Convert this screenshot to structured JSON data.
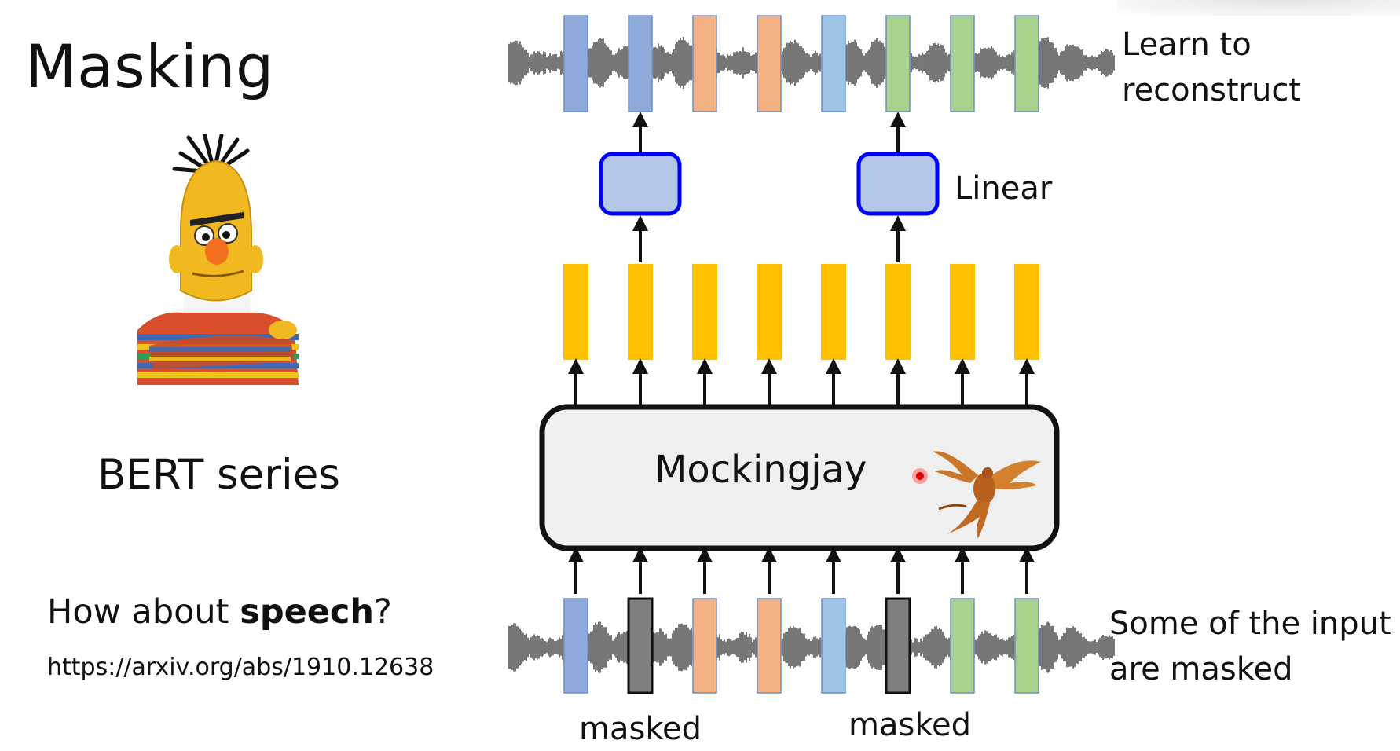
{
  "slide": {
    "title": "Masking",
    "bert_label": "BERT series",
    "question_prefix": "How about ",
    "question_bold": "speech",
    "question_suffix": "?",
    "link": "https://arxiv.org/abs/1910.12638"
  },
  "diagram": {
    "top_label_line1": "Learn to",
    "top_label_line2": "reconstruct",
    "linear_label": "Linear",
    "model_label": "Mockingjay",
    "bottom_label_line1": "Some of the input",
    "bottom_label_line2": "are masked",
    "masked_label_1": "masked",
    "masked_label_2": "masked",
    "frame_colors": [
      "#8eaadb",
      "#8eaadb",
      "#f4b183",
      "#f4b183",
      "#9dc3e6",
      "#a9d18e",
      "#a9d18e",
      "#a9d18e"
    ],
    "masked_color": "#7f7f7f",
    "masked_positions": [
      2,
      6
    ],
    "linear_positions": [
      2,
      6
    ],
    "embedding_color": "#ffc000",
    "linear_fill": "#b4c7e7",
    "linear_border": "#0000ff",
    "model_fill": "#efefef"
  }
}
